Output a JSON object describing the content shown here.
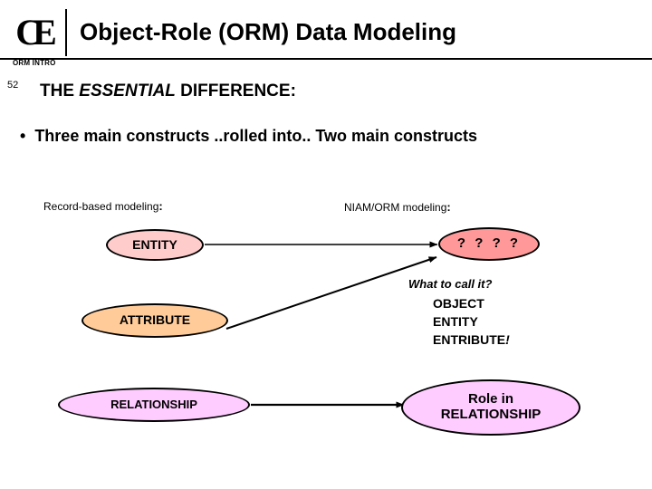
{
  "header": {
    "logo_text": "CE",
    "logo_name": "ce-monogram-logo",
    "title": "Object-Role (ORM)  Data Modeling",
    "subtitle": "ORM INTRO"
  },
  "slide": {
    "page_number": "52",
    "section_title_prefix": "THE ",
    "section_title_emphasis": "ESSENTIAL",
    "section_title_suffix": " DIFFERENCE:",
    "bullet_marker": "•",
    "bullet_text": "Three main constructs ..rolled into.. Two main constructs"
  },
  "diagram": {
    "columns": [
      {
        "label": "Record-based modeling",
        "colon": ":"
      },
      {
        "label": "NIAM/ORM modeling",
        "colon": ":"
      }
    ],
    "nodes": [
      {
        "id": "entity",
        "label": "ENTITY",
        "fill": "#ffcccc",
        "stroke": "#000000"
      },
      {
        "id": "question",
        "label": "?  ?  ?  ?",
        "fill": "#ff9999",
        "stroke": "#000000"
      },
      {
        "id": "attribute",
        "label": "ATTRIBUTE",
        "fill": "#ffcc99",
        "stroke": "#000000"
      },
      {
        "id": "relationship",
        "label": "RELATIONSHIP",
        "fill": "#ffccff",
        "stroke": "#000000"
      },
      {
        "id": "role",
        "label_line1": "Role in",
        "label_line2": "RELATIONSHIP",
        "fill": "#ffccff",
        "stroke": "#000000"
      }
    ],
    "connectors": [
      {
        "from": "entity",
        "to": "question",
        "style": "arrow"
      },
      {
        "from": "attribute",
        "to": "question",
        "style": "arrow"
      },
      {
        "from": "relationship",
        "to": "role",
        "style": "arrow"
      }
    ]
  },
  "callout": {
    "question": "What to call it?",
    "options": [
      "OBJECT",
      "ENTITY",
      "ENTRIBUTE"
    ],
    "exclamation": "!"
  }
}
